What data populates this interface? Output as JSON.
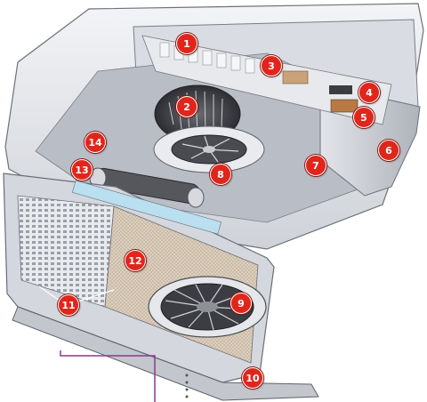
{
  "callouts": [
    {
      "id": "c1",
      "label": "1"
    },
    {
      "id": "c2",
      "label": "2"
    },
    {
      "id": "c3",
      "label": "3"
    },
    {
      "id": "c4",
      "label": "4"
    },
    {
      "id": "c5",
      "label": "5"
    },
    {
      "id": "c6",
      "label": "6"
    },
    {
      "id": "c7",
      "label": "7"
    },
    {
      "id": "c8",
      "label": "8"
    },
    {
      "id": "c9",
      "label": "9"
    },
    {
      "id": "c10",
      "label": "10"
    },
    {
      "id": "c11",
      "label": "11"
    },
    {
      "id": "c12",
      "label": "12"
    },
    {
      "id": "c13",
      "label": "13"
    },
    {
      "id": "c14",
      "label": "14"
    }
  ],
  "colors": {
    "callout_fill": "#e0261c",
    "bracket_line": "#8a3a8a",
    "metal_light": "#eceef2",
    "metal_mid": "#c7cad1",
    "metal_dark": "#8d919a",
    "filter_mesh": "#d9cdbd",
    "motor_dark": "#3a3b3f"
  }
}
